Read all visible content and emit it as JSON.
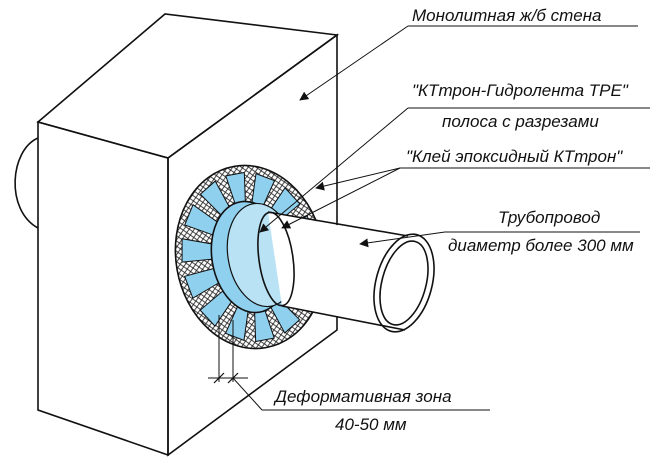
{
  "labels": {
    "wall": "Монолитная ж/б стена",
    "tape_line1": "\"КТтрон-Гидролента ТРЕ\"",
    "tape_line2": "полоса с разрезами",
    "glue": "\"Клей эпоксидный КТтрон\"",
    "pipe_line1": "Трубопровод",
    "pipe_line2": "диаметр более 300 мм",
    "zone_line1": "Деформативная зона",
    "zone_line2": "40-50 мм"
  },
  "colors": {
    "tape": "#8fd0ee",
    "line": "#111111",
    "background": "#ffffff"
  }
}
